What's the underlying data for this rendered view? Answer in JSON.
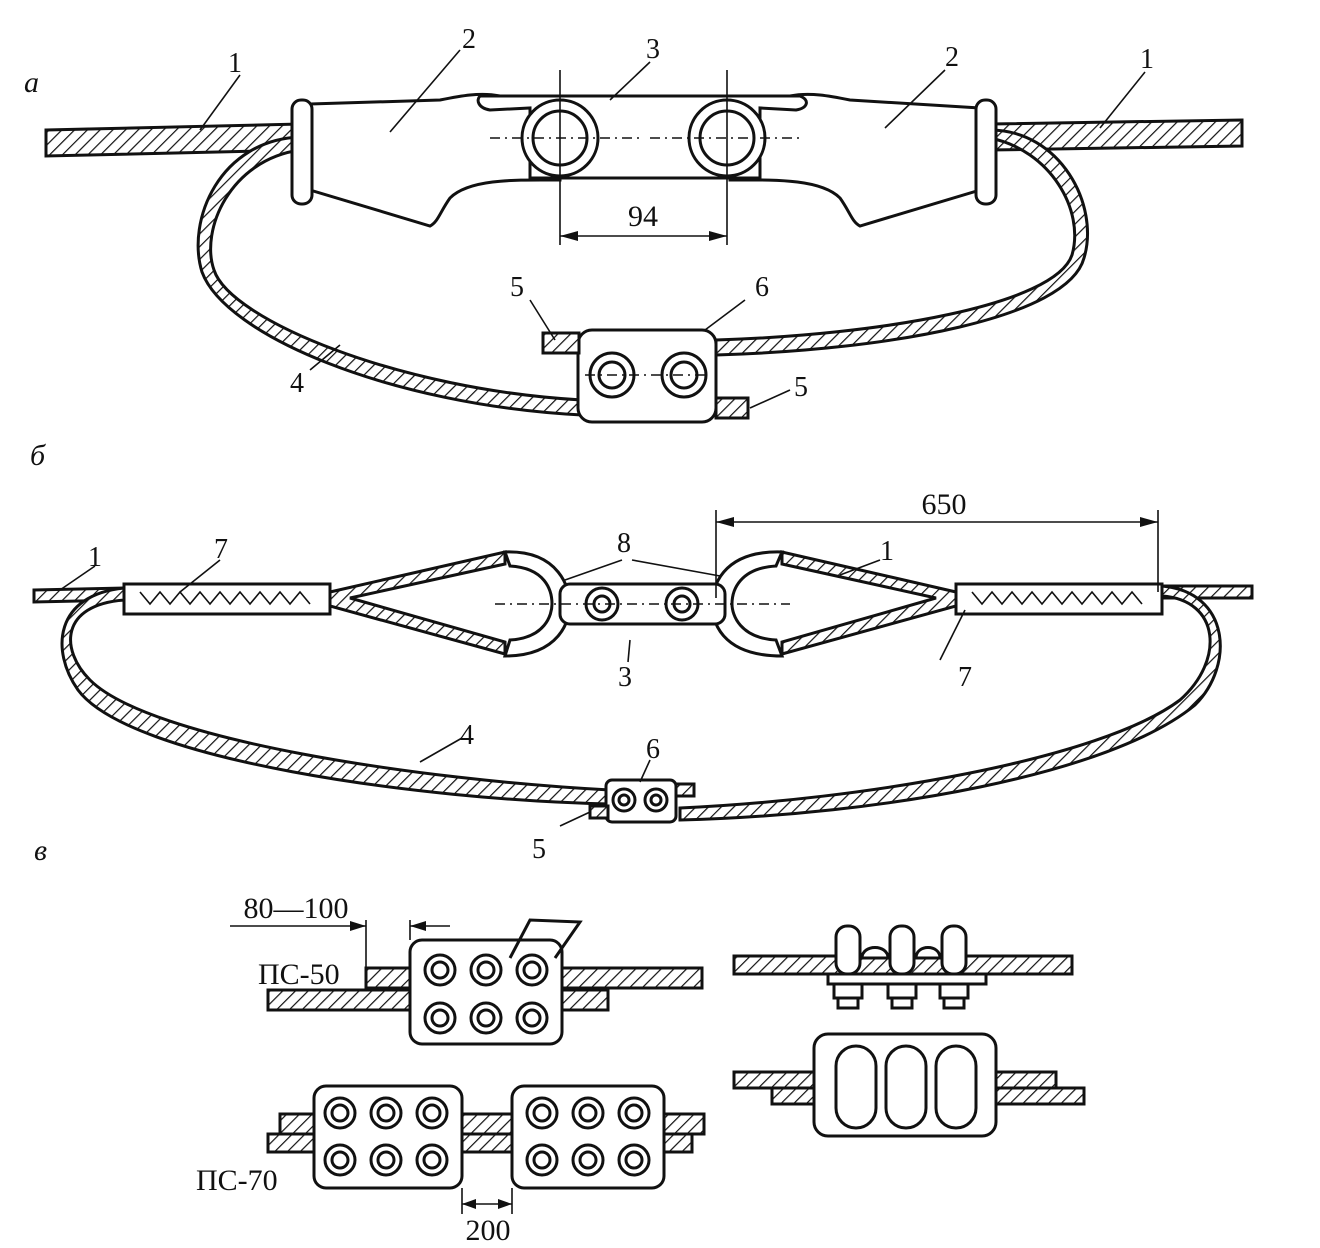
{
  "panels": {
    "a": "а",
    "b": "б",
    "c": "в"
  },
  "dimensions": {
    "a_spacing": "94",
    "b_length": "650",
    "c_overlap": "80—100",
    "c_gap": "200"
  },
  "labels": {
    "ps50": "ПС-50",
    "ps70": "ПС-70"
  },
  "parts": {
    "p1": "1",
    "p2": "2",
    "p3": "3",
    "p4": "4",
    "p5": "5",
    "p6": "6",
    "p7": "7",
    "p8": "8"
  },
  "colors": {
    "ink": "#111111",
    "paper": "#ffffff"
  }
}
